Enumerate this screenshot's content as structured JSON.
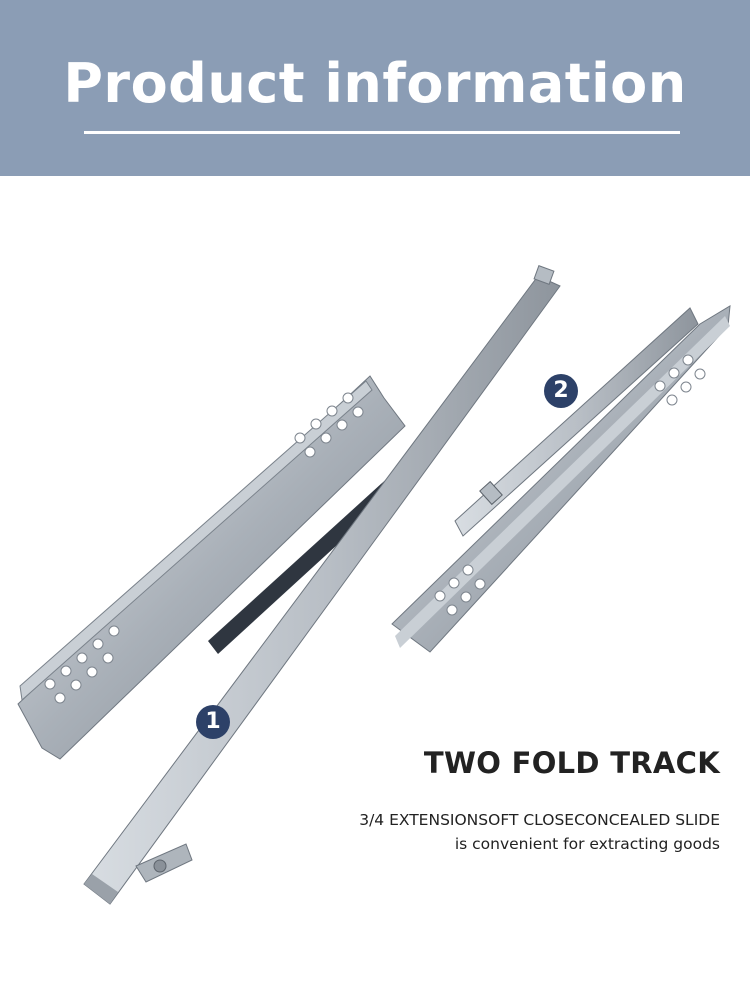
{
  "banner": {
    "title": "Product information",
    "background_color": "#8b9db5"
  },
  "callouts": [
    {
      "number": "1"
    },
    {
      "number": "2"
    }
  ],
  "caption": {
    "heading": "TWO FOLD TRACK",
    "line1": "3/4 EXTENSIONSOFT CLOSECONCEALED SLIDE",
    "line2": "is convenient for extracting goods"
  }
}
